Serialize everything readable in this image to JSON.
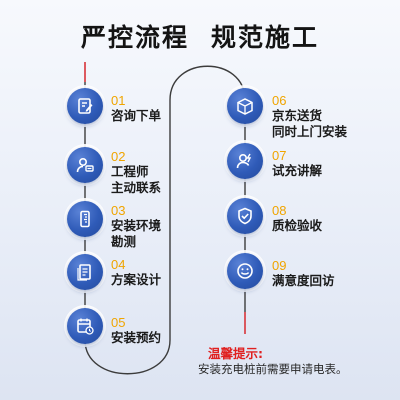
{
  "title": {
    "part1": "严控流程",
    "part2": "规范施工"
  },
  "steps_left": [
    {
      "num": "01",
      "line1": "咨询下单",
      "line2": "",
      "icon": "edit-document-icon"
    },
    {
      "num": "02",
      "line1": "工程师",
      "line2": "主动联系",
      "icon": "engineer-chat-icon"
    },
    {
      "num": "03",
      "line1": "安装环境",
      "line2": "勘测",
      "icon": "ruler-icon"
    },
    {
      "num": "04",
      "line1": "方案设计",
      "line2": "",
      "icon": "documents-icon"
    },
    {
      "num": "05",
      "line1": "安装预约",
      "line2": "",
      "icon": "calendar-clock-icon"
    }
  ],
  "steps_right": [
    {
      "num": "06",
      "line1": "京东送货",
      "line2": "同时上门安装",
      "icon": "package-box-icon"
    },
    {
      "num": "07",
      "line1": "试充讲解",
      "line2": "",
      "icon": "person-lightning-icon"
    },
    {
      "num": "08",
      "line1": "质检验收",
      "line2": "",
      "icon": "shield-check-icon"
    },
    {
      "num": "09",
      "line1": "满意度回访",
      "line2": "",
      "icon": "smile-face-icon"
    }
  ],
  "tip": {
    "title": "温馨提示:",
    "text": "安装充电桩前需要申请电表。"
  },
  "colors": {
    "icon_blue": "#2f5bb8",
    "number_orange": "#f0a500",
    "track_red": "#d8343a",
    "tip_red": "#e02020"
  }
}
